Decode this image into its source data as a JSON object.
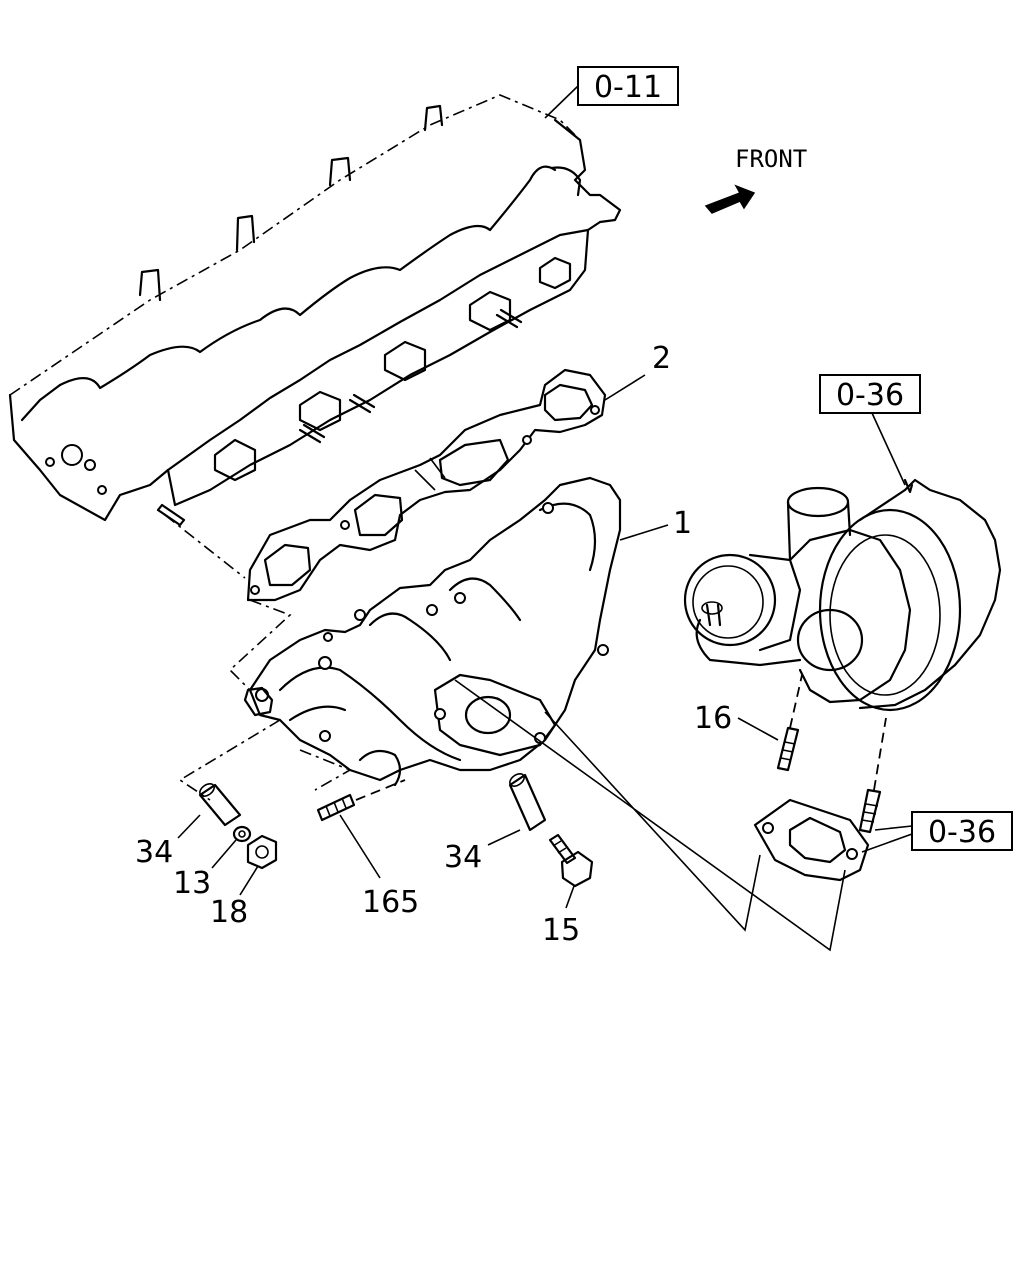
{
  "diagram": {
    "direction_label": "FRONT",
    "references": {
      "cylinder_head": "0-11",
      "turbocharger": "0-36",
      "turbo_flange": "0-36"
    },
    "callouts": {
      "manifold": "1",
      "gasket": "2",
      "stud_turbo": "16",
      "sleeve_left": "34",
      "washer": "13",
      "nut": "18",
      "stud_long": "165",
      "sleeve_right": "34",
      "bolt": "15"
    }
  }
}
